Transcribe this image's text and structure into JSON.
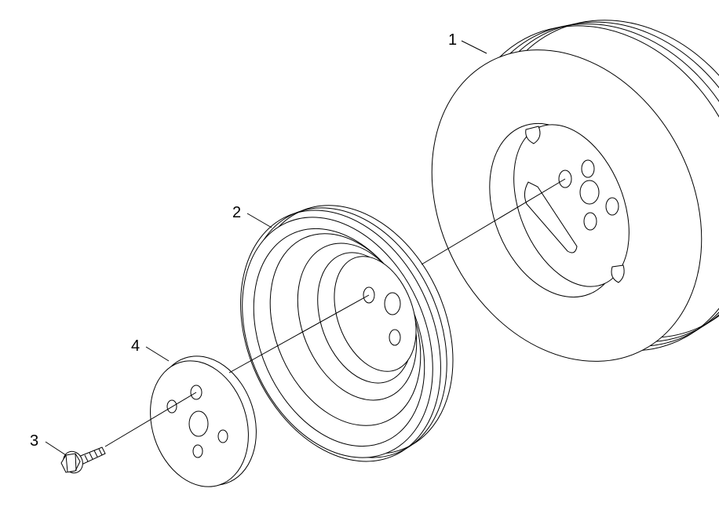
{
  "callouts": {
    "part1": "1",
    "part2": "2",
    "part3": "3",
    "part4": "4"
  },
  "parts": [
    {
      "id": "1",
      "icon": "damper-pulley-icon"
    },
    {
      "id": "2",
      "icon": "crankshaft-pulley-icon"
    },
    {
      "id": "3",
      "icon": "bolt-icon"
    },
    {
      "id": "4",
      "icon": "washer-plate-icon"
    }
  ],
  "colors": {
    "line": "#000000",
    "background": "#ffffff"
  }
}
